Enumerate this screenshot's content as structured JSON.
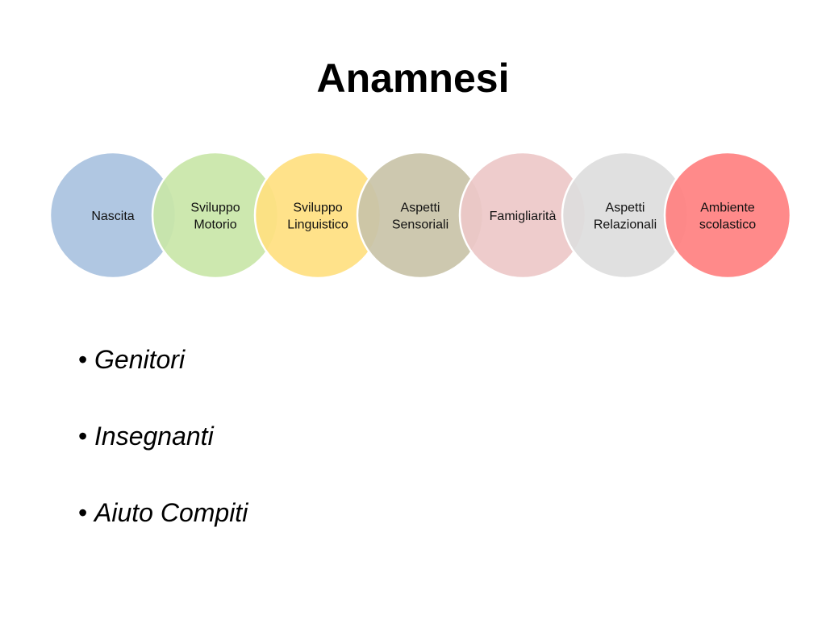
{
  "slide": {
    "title": "Anamnesi"
  },
  "diagram": {
    "circles": [
      {
        "label_lines": [
          "Nascita"
        ],
        "color": "#A9C2E0"
      },
      {
        "label_lines": [
          "Sviluppo",
          "Motorio"
        ],
        "color": "#C9E6A8"
      },
      {
        "label_lines": [
          "Sviluppo",
          "Linguistico"
        ],
        "color": "#FFDF80"
      },
      {
        "label_lines": [
          "Aspetti",
          "Sensoriali"
        ],
        "color": "#C9C3A8"
      },
      {
        "label_lines": [
          "Famigliarità"
        ],
        "color": "#EDC8C8"
      },
      {
        "label_lines": [
          "Aspetti",
          "Relazionali"
        ],
        "color": "#DDDDDD"
      },
      {
        "label_lines": [
          "Ambiente",
          "scolastico"
        ],
        "color": "#FF8080"
      }
    ]
  },
  "bullets": {
    "marker": "•",
    "items": [
      "Genitori",
      "Insegnanti",
      "Aiuto Compiti"
    ]
  }
}
